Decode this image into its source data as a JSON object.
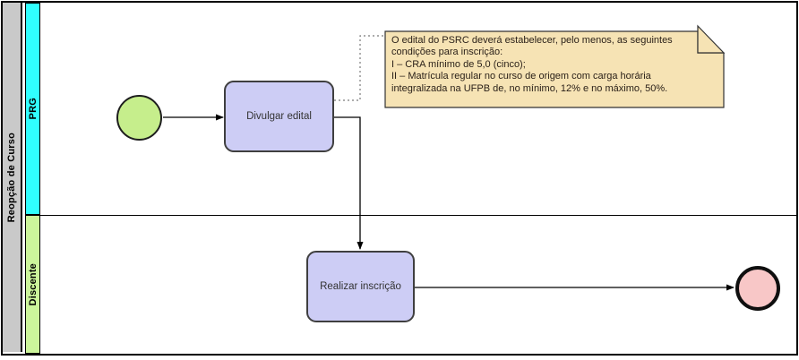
{
  "pool": {
    "label": "Reopção de Curso"
  },
  "lanes": [
    {
      "label": "PRG"
    },
    {
      "label": "Discente"
    }
  ],
  "tasks": [
    {
      "label": "Divulgar edital"
    },
    {
      "label": "Realizar inscrição"
    }
  ],
  "events": [
    {
      "name": "start-event",
      "type": "start"
    },
    {
      "name": "end-event",
      "type": "end"
    }
  ],
  "annotation": {
    "lines": [
      "O edital do PSRC deverá estabelecer, pelo menos, as seguintes",
      "condições para inscrição:",
      "I – CRA mínimo de 5,0 (cinco);",
      "II – Matrícula regular no curso de origem com carga horária",
      "integralizada na UFPB de, no mínimo, 12% e no máximo, 50%."
    ]
  },
  "colors": {
    "pool_header": "#C9C9C9",
    "lane_prg": "#30FFFF",
    "lane_discente": "#CCF59B",
    "task_fill": "#CDCDF5",
    "start_event_fill": "#C6EE8C",
    "end_event_fill": "#F8C7C7",
    "annotation_fill": "#F6E3B4"
  }
}
